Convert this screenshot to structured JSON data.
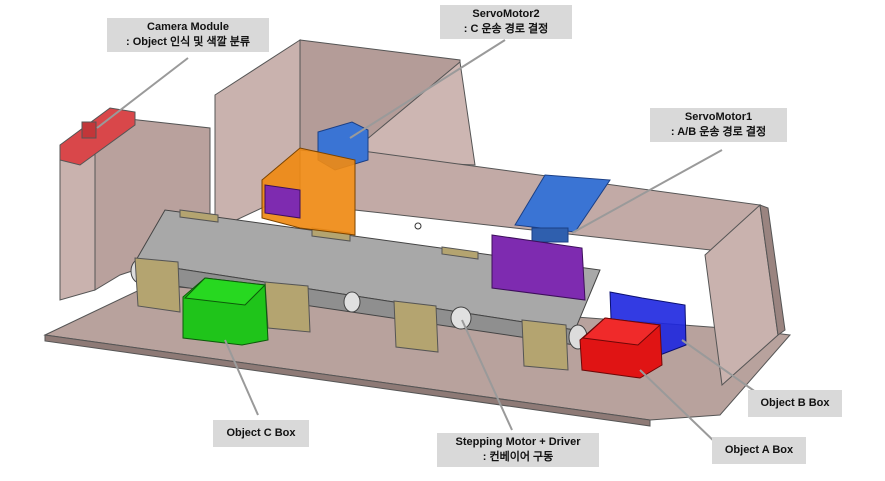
{
  "labels": {
    "camera": {
      "line1": "Camera Module",
      "line2": ": Object 인식 및 색깔 분류"
    },
    "servo2": {
      "line1": "ServoMotor2",
      "line2": ": C 운송 경로 결정"
    },
    "servo1": {
      "line1": "ServoMotor1",
      "line2": ": A/B 운송 경로 결정"
    },
    "box_c": {
      "line1": "Object C Box"
    },
    "stepping": {
      "line1": "Stepping Motor + Driver",
      "line2": ": 컨베이어 구동"
    },
    "box_b": {
      "line1": "Object B Box"
    },
    "box_a": {
      "line1": "Object A Box"
    }
  },
  "colors": {
    "base": "#b8a29d",
    "wall": "#c9b2ae",
    "conveyor": "#a8a8a8",
    "camera": "#d9474a",
    "servo": "#3a74d4",
    "purple_paddle": "#7e2bb0",
    "orange_box": "#ef8a14",
    "green_box": "#1fc41a",
    "red_box": "#e01414",
    "blue_box": "#1d26e0",
    "bracket": "#b4a470",
    "label_bg": "#d9d9d9",
    "leader": "#9a9a9a"
  }
}
